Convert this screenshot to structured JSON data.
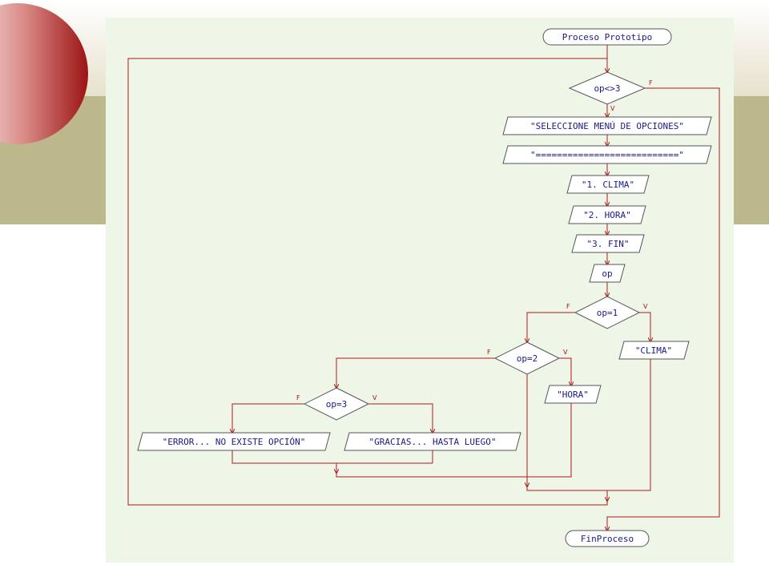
{
  "colors": {
    "panel": "#eef6e8",
    "line": "#b01818",
    "text": "#1a1a8a",
    "band_top": "#f2f0e6",
    "band_olive": "#bdb78c",
    "circle_dark": "#9c1414"
  },
  "flowchart": {
    "start": "Proceso Prototipo",
    "end": "FinProceso",
    "loop_condition": "op<>3",
    "writes": [
      "\"SELECCIONE MENÚ DE OPCIONES\"",
      "\"===========================\"",
      "\"1. CLIMA\"",
      "\"2. HORA\"",
      "\"3. FIN\""
    ],
    "read_var": "op",
    "cond1": "op=1",
    "cond2": "op=2",
    "cond3": "op=3",
    "out_clima": "\"CLIMA\"",
    "out_hora": "\"HORA\"",
    "out_error": "\"ERROR... NO EXISTE OPCIÓN\"",
    "out_gracias": "\"GRACIAS... HASTA LUEGO\"",
    "true_flag": "V",
    "false_flag": "F"
  }
}
